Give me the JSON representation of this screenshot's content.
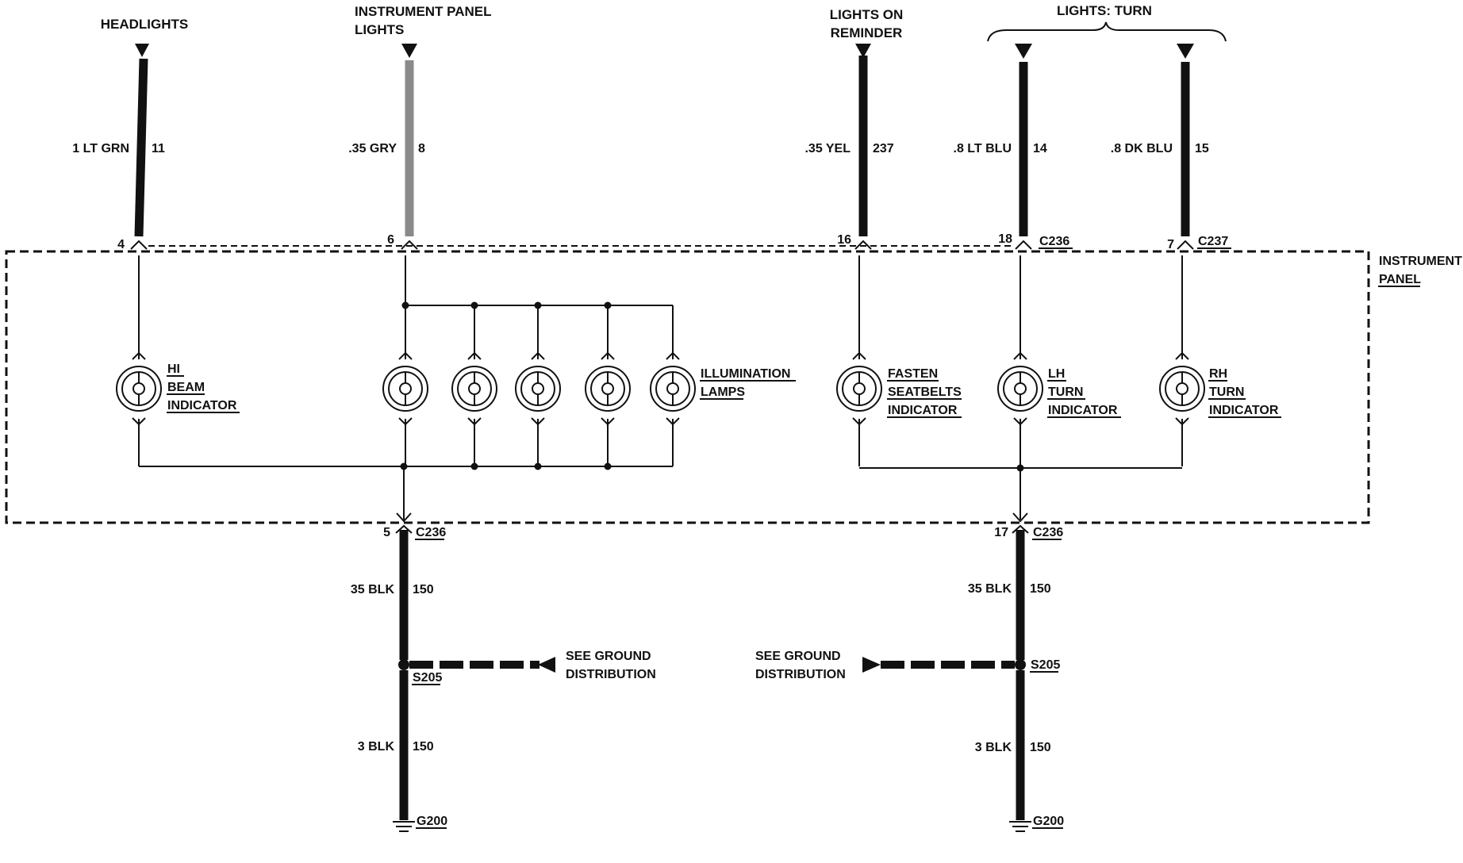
{
  "colors": {
    "ink": "#111111",
    "wire_gray": "#8a8a8a",
    "paper": "#ffffff"
  },
  "headers": {
    "headlights": "HEADLIGHTS",
    "instrument_panel_lights": [
      "INSTRUMENT PANEL",
      "LIGHTS"
    ],
    "lights_on_reminder": [
      "LIGHTS ON",
      "REMINDER"
    ],
    "lights_turn": "LIGHTS: TURN"
  },
  "instrument_panel_label": [
    "INSTRUMENT",
    "PANEL"
  ],
  "top_wires": [
    {
      "id": "hi-beam",
      "size_color": "1 LT GRN",
      "circuit": "11",
      "pin": "4",
      "connector": ""
    },
    {
      "id": "ip-lights",
      "size_color": ".35 GRY",
      "circuit": "8",
      "pin": "6",
      "connector": ""
    },
    {
      "id": "reminder",
      "size_color": ".35 YEL",
      "circuit": "237",
      "pin": "16",
      "connector": ""
    },
    {
      "id": "lh-turn",
      "size_color": ".8 LT BLU",
      "circuit": "14",
      "pin": "18",
      "connector": "C236"
    },
    {
      "id": "rh-turn",
      "size_color": ".8 DK BLU",
      "circuit": "15",
      "pin": "7",
      "connector": "C237"
    }
  ],
  "lamps": {
    "hi_beam": [
      "HI",
      "BEAM",
      "INDICATOR"
    ],
    "illumination": [
      "ILLUMINATION",
      "LAMPS"
    ],
    "fasten": [
      "FASTEN",
      "SEATBELTS",
      "INDICATOR"
    ],
    "lh_turn": [
      "LH",
      "TURN",
      "INDICATOR"
    ],
    "rh_turn": [
      "RH",
      "TURN",
      "INDICATOR"
    ]
  },
  "ground_circuits": [
    {
      "id": "left",
      "pin": "5",
      "connector": "C236",
      "upper_wire": {
        "size_color": "35 BLK",
        "circuit": "150"
      },
      "splice": "S205",
      "lower_wire": {
        "size_color": "3 BLK",
        "circuit": "150"
      },
      "ground": "G200",
      "note": [
        "SEE GROUND",
        "DISTRIBUTION"
      ]
    },
    {
      "id": "right",
      "pin": "17",
      "connector": "C236",
      "upper_wire": {
        "size_color": "35 BLK",
        "circuit": "150"
      },
      "splice": "S205",
      "lower_wire": {
        "size_color": "3 BLK",
        "circuit": "150"
      },
      "ground": "G200",
      "note": [
        "SEE GROUND",
        "DISTRIBUTION"
      ]
    }
  ]
}
